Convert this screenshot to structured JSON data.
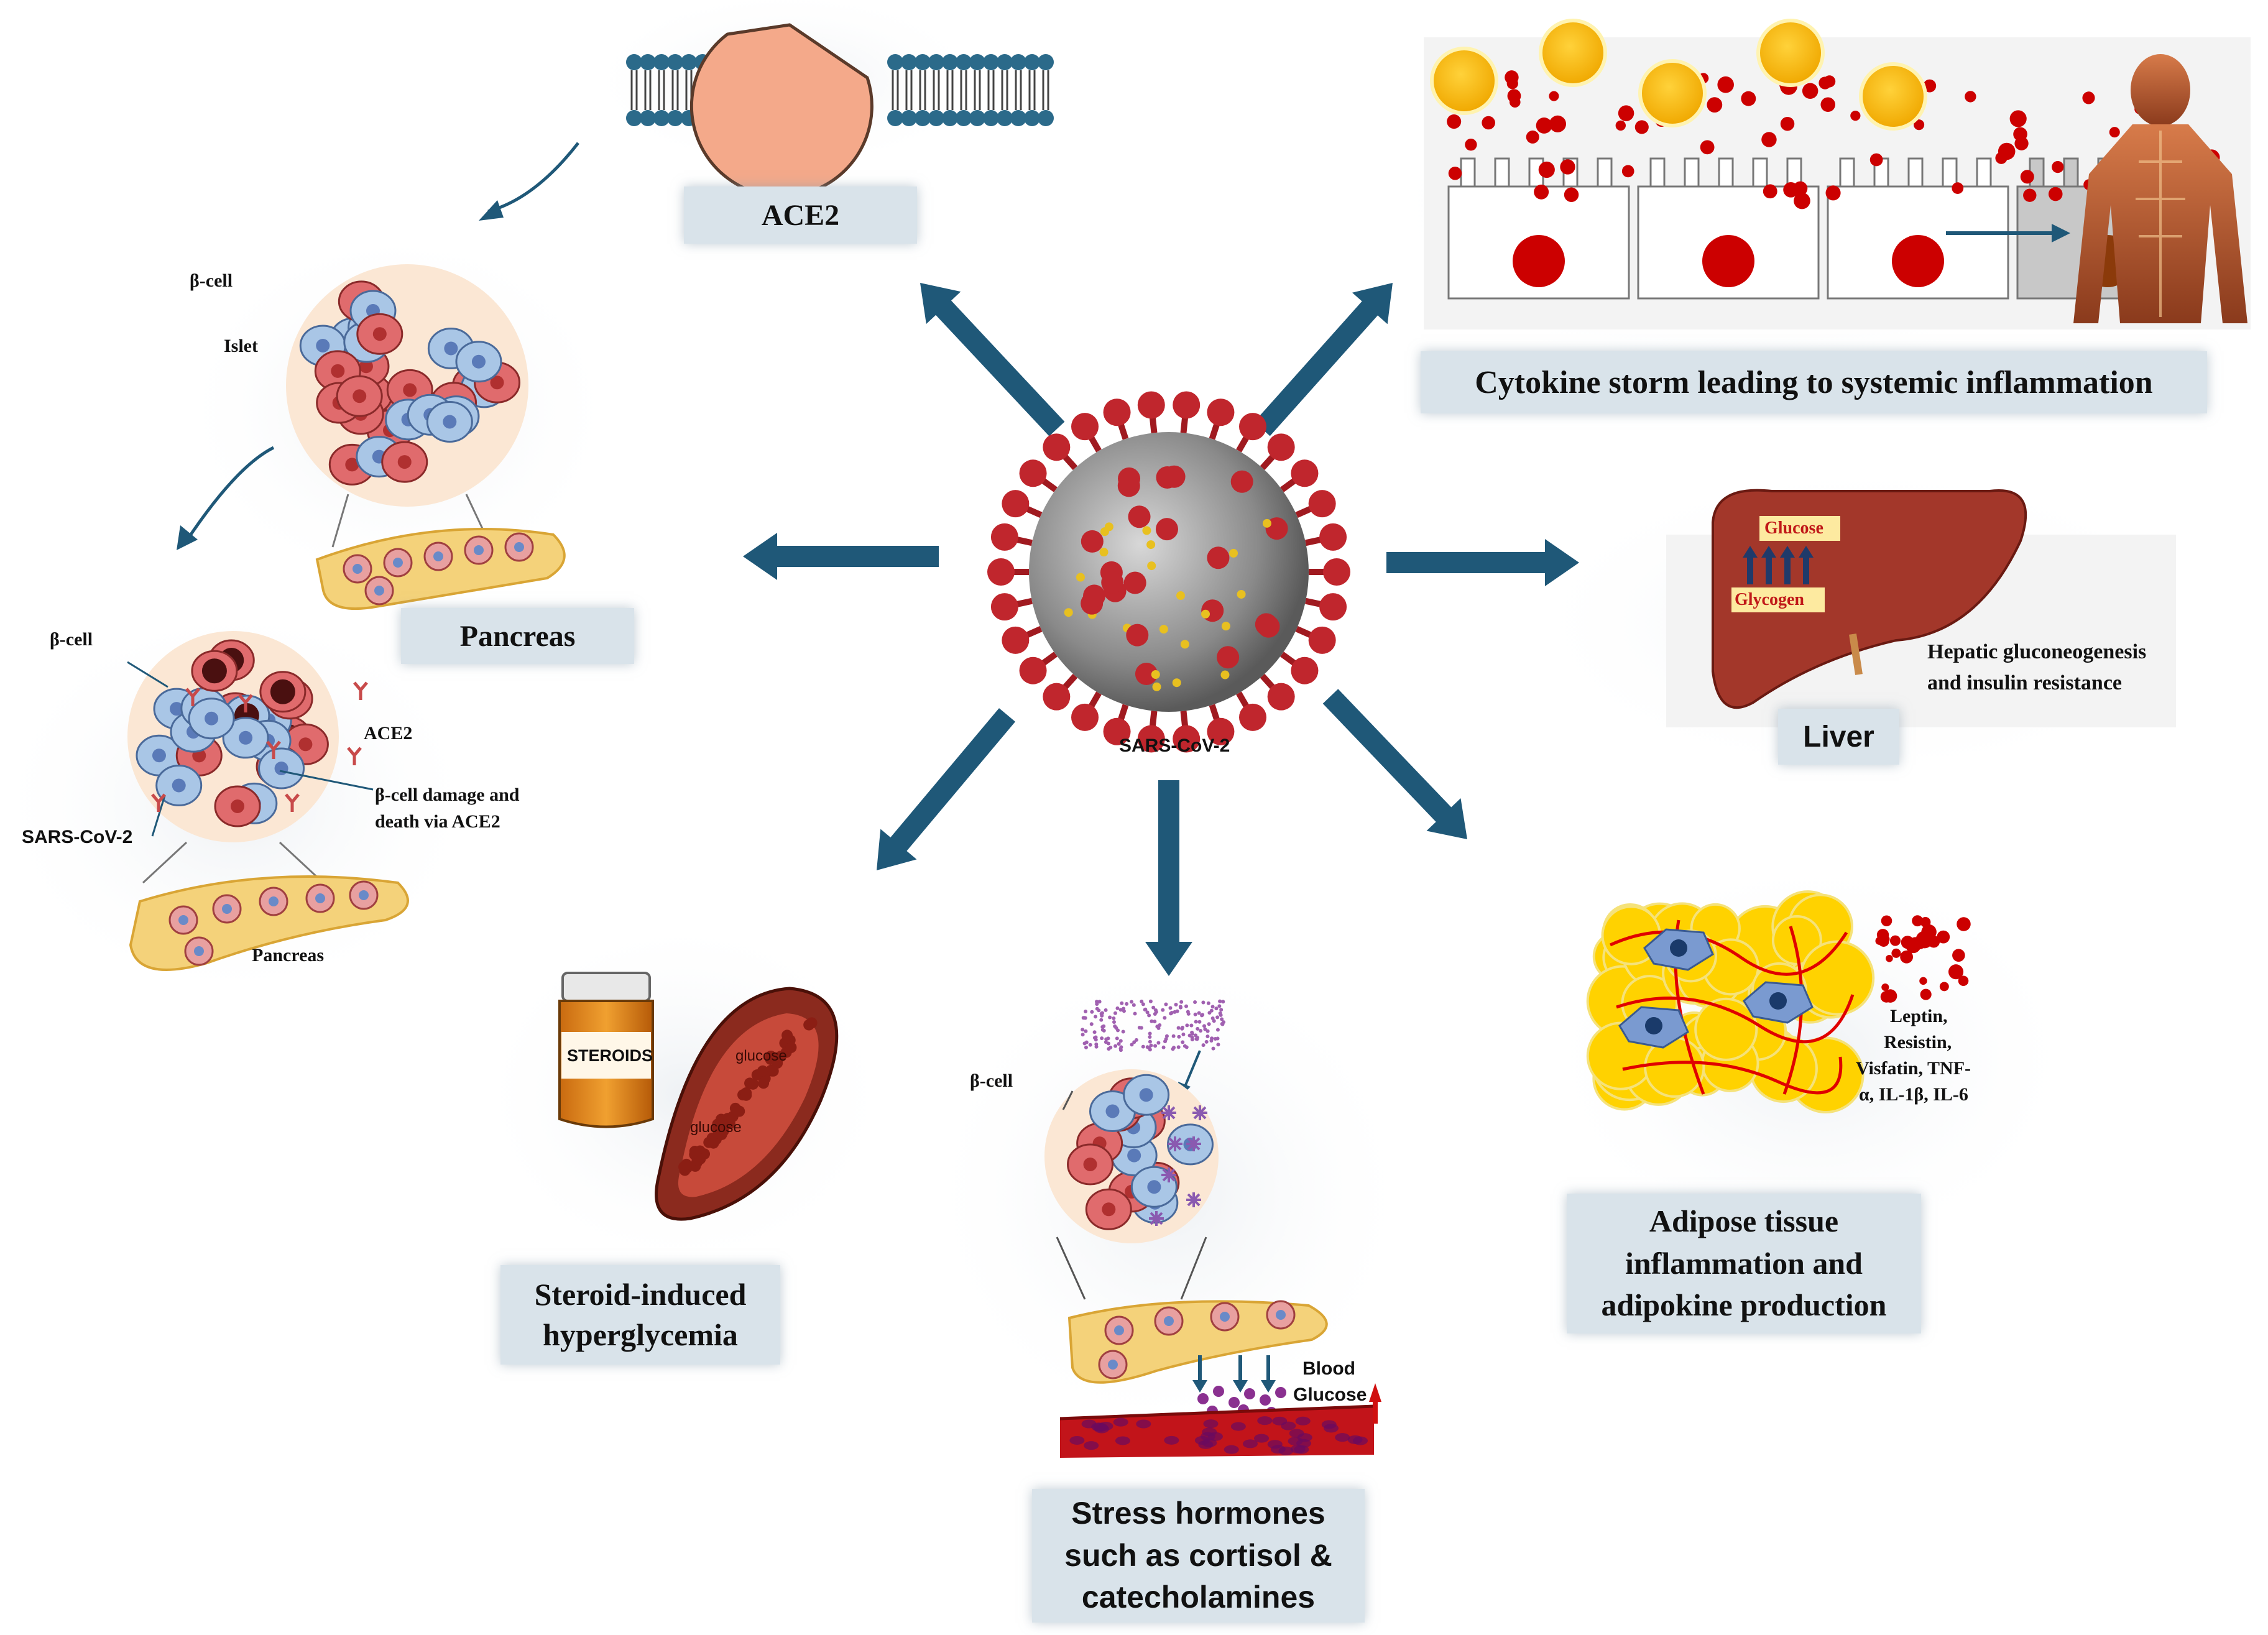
{
  "colors": {
    "arrow": "#1f5878",
    "label_box": "#d9e3ea",
    "virus_red": "#c0262d",
    "cell_red": "#e06b6d",
    "cell_blue": "#a9c6e6",
    "pancreas": "#f4d27a",
    "liver": "#a3372a"
  },
  "center": {
    "virus_label": "SARS-CoV-2"
  },
  "ace2": {
    "title": "ACE2"
  },
  "cytokine": {
    "title": "Cytokine storm leading to systemic inflammation"
  },
  "pancreas_top": {
    "beta_cell": "β-cell",
    "islet": "Islet",
    "title": "Pancreas"
  },
  "pancreas_damage": {
    "beta_cell": "β-cell",
    "ace2": "ACE2",
    "damage_line1": "β-cell damage and",
    "damage_line2": "death via ACE2",
    "virus": "SARS-CoV-2",
    "pancreas": "Pancreas"
  },
  "liver": {
    "glucose": "Glucose",
    "glycogen": "Glycogen",
    "desc_line1": "Hepatic gluconeogenesis",
    "desc_line2": "and insulin resistance",
    "title": "Liver"
  },
  "steroid": {
    "bottle_label": "STEROIDS",
    "glucose1": "glucose",
    "glucose2": "glucose",
    "title_line1": "Steroid-induced",
    "title_line2": "hyperglycemia"
  },
  "stress": {
    "beta_cell": "β-cell",
    "blood": "Blood",
    "glucose": "Glucose",
    "title_line1": "Stress hormones",
    "title_line2": "such as cortisol &",
    "title_line3": "catecholamines"
  },
  "adipose": {
    "adipokines_line1": "Leptin,",
    "adipokines_line2": "Resistin,",
    "adipokines_line3": "Visfatin, TNF-",
    "adipokines_line4": "α, IL-1β, IL-6",
    "title_line1": "Adipose tissue",
    "title_line2": "inflammation and",
    "title_line3": "adipokine production"
  }
}
